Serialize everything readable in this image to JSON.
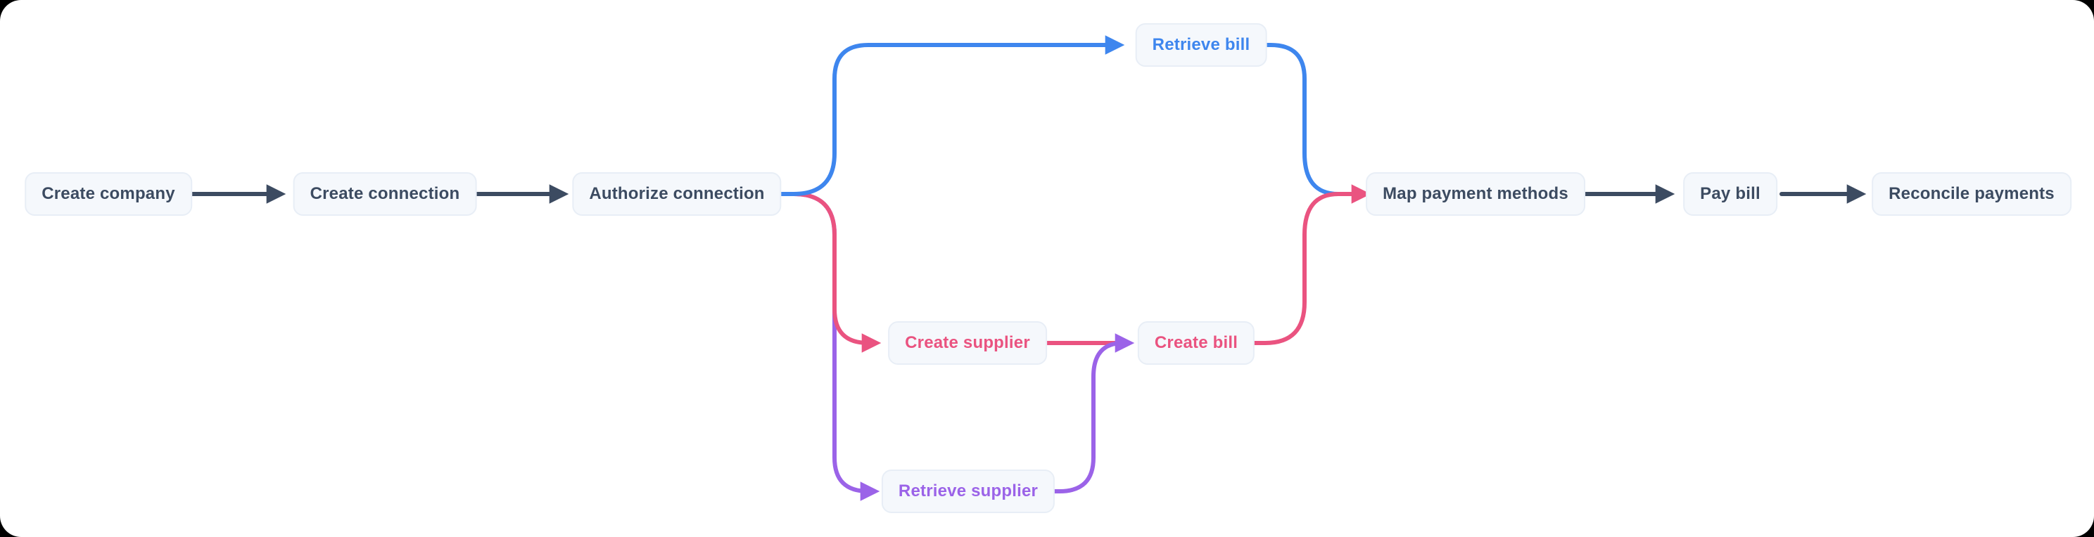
{
  "diagram": {
    "type": "flowchart",
    "title": "",
    "nodes": [
      {
        "id": "create-company",
        "label": "Create company",
        "color": "dark"
      },
      {
        "id": "create-connection",
        "label": "Create connection",
        "color": "dark"
      },
      {
        "id": "authorize-connection",
        "label": "Authorize connection",
        "color": "dark"
      },
      {
        "id": "retrieve-bill",
        "label": "Retrieve bill",
        "color": "blue"
      },
      {
        "id": "create-supplier",
        "label": "Create supplier",
        "color": "pink"
      },
      {
        "id": "create-bill",
        "label": "Create bill",
        "color": "pink"
      },
      {
        "id": "retrieve-supplier",
        "label": "Retrieve supplier",
        "color": "purple"
      },
      {
        "id": "map-payment-methods",
        "label": "Map payment methods",
        "color": "dark"
      },
      {
        "id": "pay-bill",
        "label": "Pay bill",
        "color": "dark"
      },
      {
        "id": "reconcile-payments",
        "label": "Reconcile payments",
        "color": "dark"
      }
    ],
    "edges": [
      {
        "from": "create-company",
        "to": "create-connection",
        "color": "dark"
      },
      {
        "from": "create-connection",
        "to": "authorize-connection",
        "color": "dark"
      },
      {
        "from": "authorize-connection",
        "to": "retrieve-bill",
        "color": "blue"
      },
      {
        "from": "authorize-connection",
        "to": "create-supplier",
        "color": "pink"
      },
      {
        "from": "authorize-connection",
        "to": "retrieve-supplier",
        "color": "purple"
      },
      {
        "from": "create-supplier",
        "to": "create-bill",
        "color": "pink"
      },
      {
        "from": "retrieve-supplier",
        "to": "create-bill",
        "color": "purple"
      },
      {
        "from": "retrieve-bill",
        "to": "map-payment-methods",
        "color": "blue"
      },
      {
        "from": "create-bill",
        "to": "map-payment-methods",
        "color": "pink"
      },
      {
        "from": "map-payment-methods",
        "to": "pay-bill",
        "color": "dark"
      },
      {
        "from": "pay-bill",
        "to": "reconcile-payments",
        "color": "dark"
      }
    ],
    "colors": {
      "dark": "#3c4b61",
      "blue": "#3e86ee",
      "pink": "#ea5380",
      "purple": "#9b63e8",
      "node_bg": "#f5f8fc",
      "node_border": "#e8eef6",
      "canvas": "#ffffff",
      "outside": "#000000"
    }
  }
}
